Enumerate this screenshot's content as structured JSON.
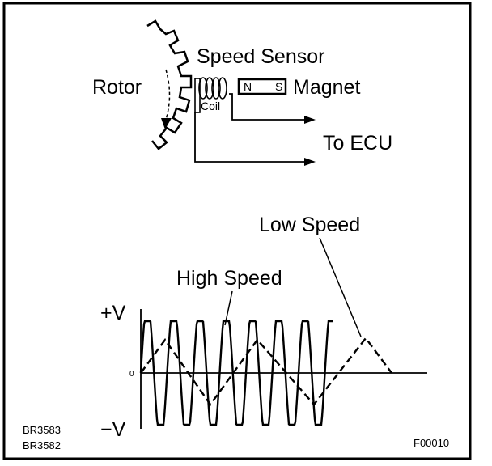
{
  "sensor": {
    "title": "Speed Sensor",
    "rotor_label": "Rotor",
    "magnet_label": "Magnet",
    "coil_label": "Coil",
    "north": "N",
    "south": "S",
    "output_label": "To ECU"
  },
  "waveform": {
    "high_speed_label": "High Speed",
    "low_speed_label": "Low Speed",
    "plus_v": "+V",
    "minus_v": "−V",
    "zero": "0"
  },
  "codes": {
    "left_top": "BR3583",
    "left_bottom": "BR3582",
    "right": "F00010"
  },
  "colors": {
    "line": "#000000",
    "background": "#ffffff"
  }
}
